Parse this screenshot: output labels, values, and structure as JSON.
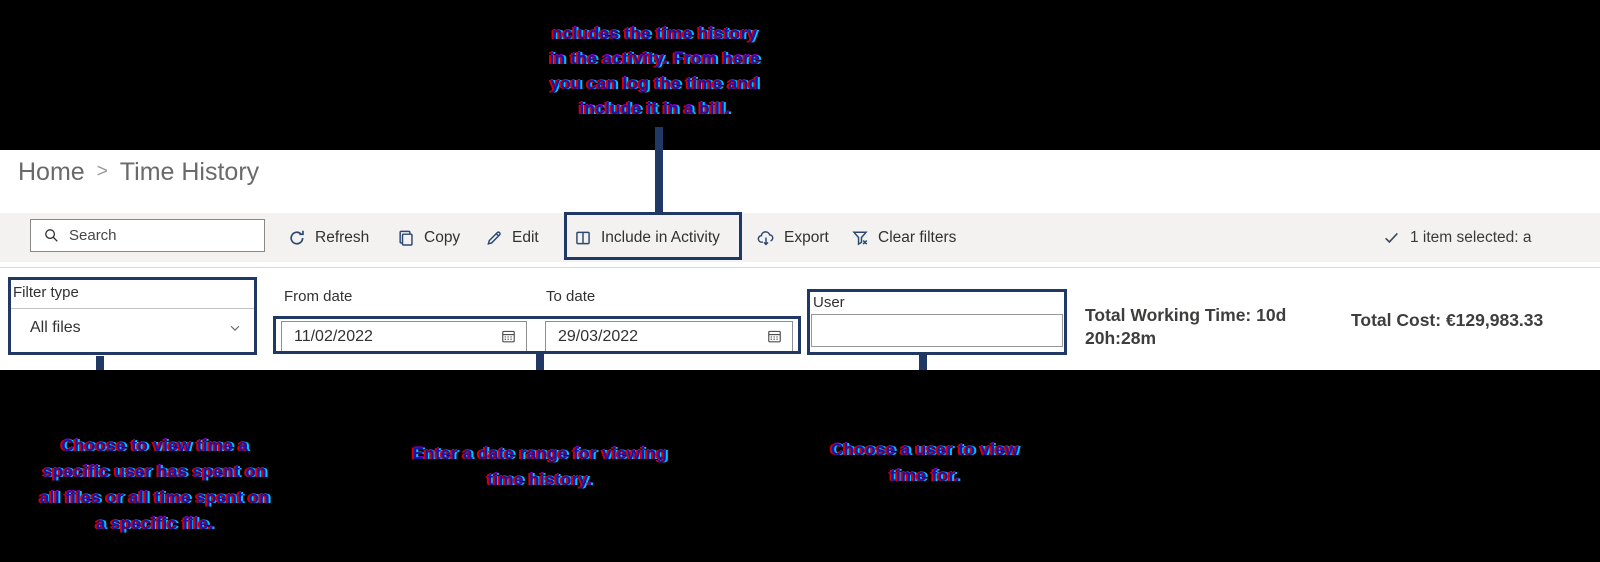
{
  "annotations": {
    "highlight_color": "#1f3864",
    "top": {
      "lines": [
        "ncludes the time history",
        "in the activity. From here",
        "you can log the time and",
        "include it in a bill."
      ]
    },
    "bottom_left": {
      "lines": [
        "Choose to view time a",
        "specific user has spent on",
        "all files or all time spent on",
        "a specific file."
      ]
    },
    "bottom_middle": {
      "lines": [
        "Enter a date range for viewing",
        "time history."
      ]
    },
    "bottom_right": {
      "lines": [
        "Choose a user to view",
        "time for."
      ]
    }
  },
  "breadcrumb": {
    "home": "Home",
    "separator": ">",
    "current": "Time History"
  },
  "toolbar": {
    "search": {
      "placeholder": "Search",
      "icon": "search-icon"
    },
    "buttons": [
      {
        "label": "Refresh",
        "icon": "refresh-icon"
      },
      {
        "label": "Copy",
        "icon": "copy-icon"
      },
      {
        "label": "Edit",
        "icon": "edit-icon"
      },
      {
        "label": "Include in Activity",
        "icon": "book-icon",
        "highlighted": true
      },
      {
        "label": "Export",
        "icon": "export-cloud-icon"
      },
      {
        "label": "Clear filters",
        "icon": "clear-filters-icon"
      }
    ],
    "selection_status": {
      "icon": "check-icon",
      "text": "1 item selected: a"
    }
  },
  "filters": {
    "filter_type": {
      "label": "Filter type",
      "value": "All files",
      "icon": "chevron-down-icon"
    },
    "from_date": {
      "label": "From date",
      "value": "11/02/2022",
      "icon": "calendar-icon"
    },
    "to_date": {
      "label": "To date",
      "value": "29/03/2022",
      "icon": "calendar-icon"
    },
    "user": {
      "label": "User",
      "value": ""
    }
  },
  "totals": {
    "working_time": "Total Working Time: 10d 20h:28m",
    "cost": "Total Cost: €129,983.33"
  }
}
